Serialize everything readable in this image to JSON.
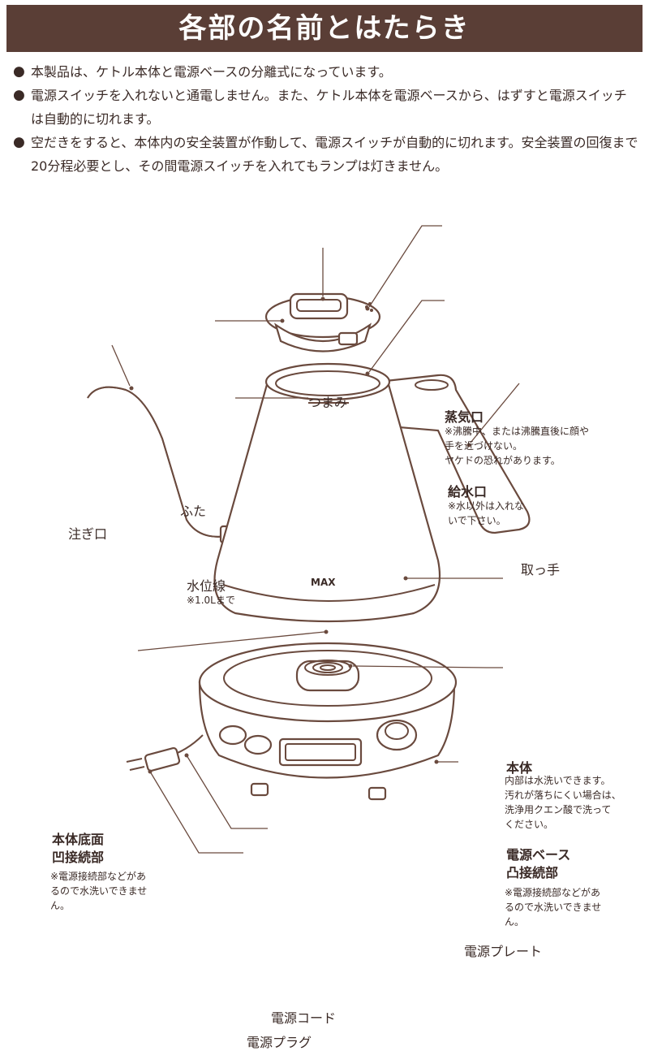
{
  "header": {
    "title": "各部の名前とはたらき"
  },
  "notes": [
    {
      "bullet": "●",
      "text": "本製品は、ケトル本体と電源ベースの分離式になっています。"
    },
    {
      "bullet": "●",
      "text": "電源スイッチを入れないと通電しません。また、ケトル本体を電源ベースから、はずすと電源スイッチは自動的に切れます。"
    },
    {
      "bullet": "●",
      "text": "空だきをすると、本体内の安全装置が作動して、電源スイッチが自動的に切れます。安全装置の回復まで20分程必要とし、その間電源スイッチを入れてもランプは灯きません。"
    }
  ],
  "diagram": {
    "max_mark": "MAX",
    "labels": {
      "knob": "つまみ",
      "lid": "ふた",
      "spout": "注ぎ口",
      "water_line": "水位線",
      "water_line_note": "※1.0Lまで",
      "steam_vent": "蒸気口",
      "steam_vent_note": "※沸騰中、または沸騰直後に顔や\n手を近づけない。\nヤケドの恐れがあります。",
      "fill_port": "給水口",
      "fill_port_note": "※水以外は入れな\nいで下さい。",
      "handle": "取っ手",
      "body": "本体",
      "body_note": "内部は水洗いできます。\n汚れが落ちにくい場合は、\n洗浄用クエン酸で洗って\nください。",
      "bottom_connector": "本体底面\n凹接続部",
      "bottom_connector_note": "※電源接続部などがあ\nるので水洗いできませ\nん。",
      "base_connector": "電源ベース\n凸接続部",
      "base_connector_note": "※電源接続部などがあ\nるので水洗いできませ\nん。",
      "power_plate": "電源プレート",
      "power_cord": "電源コード",
      "power_plug": "電源プラグ"
    }
  },
  "colors": {
    "header_bg": "#5a3e36",
    "line": "#6a4a3e",
    "text": "#3a2a26"
  }
}
